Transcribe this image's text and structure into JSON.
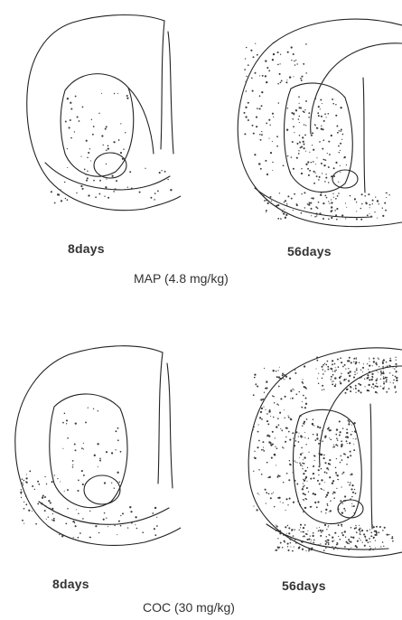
{
  "figure": {
    "rows": [
      {
        "drug_label": "MAP (4.8 mg/kg)",
        "panels": [
          {
            "time_label": "8days",
            "stipple": "sparse"
          },
          {
            "time_label": "56days",
            "stipple": "moderate"
          }
        ]
      },
      {
        "drug_label": "COC (30 mg/kg)",
        "panels": [
          {
            "time_label": "8days",
            "stipple": "sparse"
          },
          {
            "time_label": "56days",
            "stipple": "dense"
          }
        ]
      }
    ]
  }
}
